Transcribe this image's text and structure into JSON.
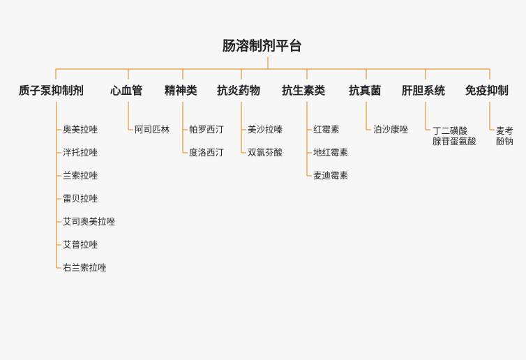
{
  "title": "肠溶制剂平台",
  "accent": "#e8962e",
  "categories": [
    {
      "label": "质子泵抑制剂",
      "items": [
        "奥美拉唑",
        "泮托拉唑",
        "兰索拉唑",
        "雷贝拉唑",
        "艾司奥美拉唑",
        "艾普拉唑",
        "右兰索拉唑"
      ]
    },
    {
      "label": "心血管",
      "items": [
        "阿司匹林"
      ]
    },
    {
      "label": "精神类",
      "items": [
        "帕罗西汀",
        "度洛西汀"
      ]
    },
    {
      "label": "抗炎药物",
      "items": [
        "美沙拉嗪",
        "双氯芬酸"
      ]
    },
    {
      "label": "抗生素类",
      "items": [
        "红霉素",
        "地红霉素",
        "麦迪霉素"
      ]
    },
    {
      "label": "抗真菌",
      "items": [
        "泊沙康唑"
      ]
    },
    {
      "label": "肝胆系统",
      "items": [
        "丁二磺酸\n腺苷蛋氨酸"
      ]
    },
    {
      "label": "免疫抑制",
      "items": [
        "麦考\n酚钠"
      ]
    }
  ]
}
